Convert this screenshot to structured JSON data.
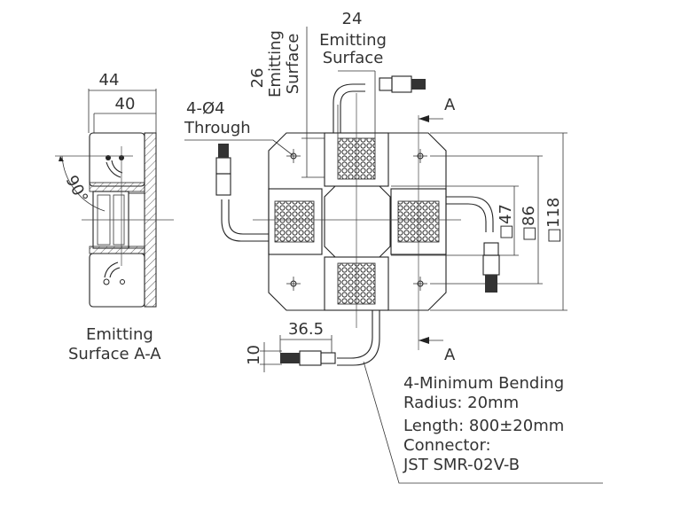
{
  "title": "Cross-shaped LED light technical drawing",
  "side_view": {
    "dim_outer": "44",
    "dim_inner": "40",
    "angle": "90°",
    "caption_line1": "Emitting",
    "caption_line2": "Surface A-A"
  },
  "front_view": {
    "dim_emitting_width": "24",
    "emitting_width_label_line1": "Emitting",
    "emitting_width_label_line2": "Surface",
    "dim_emitting_height": "26",
    "emitting_height_label_line1": "Emitting",
    "emitting_height_label_line2": "Surface",
    "hole_note_line1": "4-Ø4",
    "hole_note_line2": "Through",
    "dim_47": "□47",
    "dim_86": "□86",
    "dim_118": "□118",
    "section_mark_top": "A",
    "section_mark_bottom": "A",
    "dim_connector_length": "36.5",
    "dim_connector_height": "10"
  },
  "notes": {
    "line1": "4-Minimum Bending",
    "line2": "Radius: 20mm",
    "line3": "Length: 800±20mm",
    "line4": "Connector:",
    "line5": "JST SMR-02V-B"
  }
}
